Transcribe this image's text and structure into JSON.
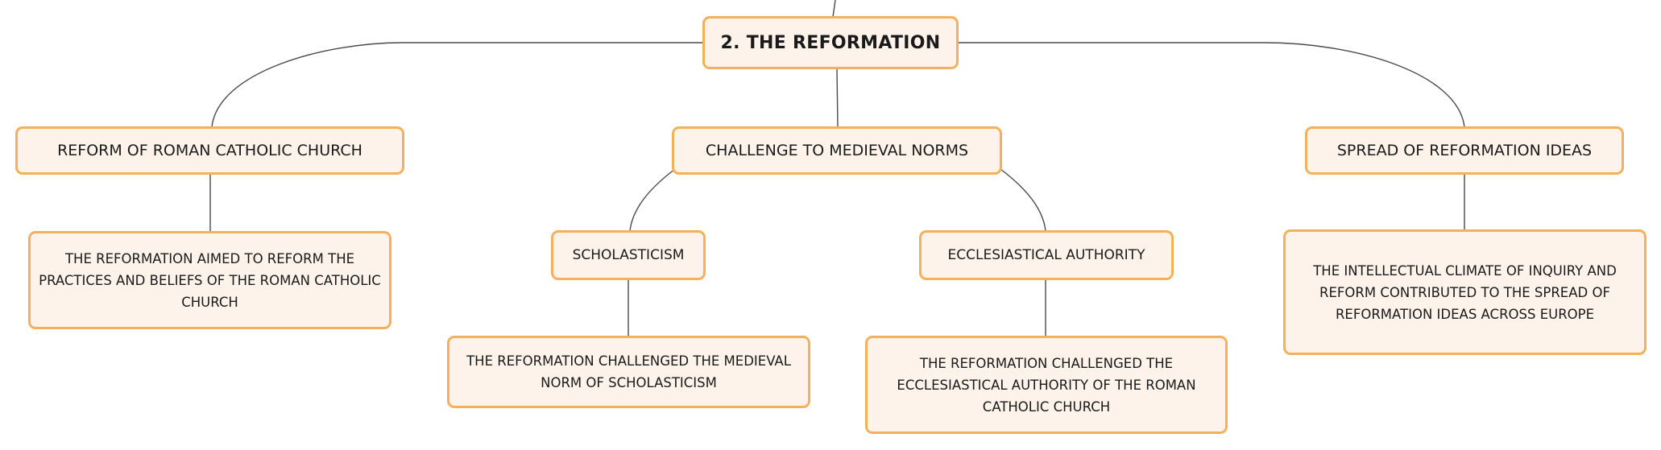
{
  "root": {
    "label": "2. THE REFORMATION"
  },
  "branches": {
    "reform": {
      "label": "REFORM OF ROMAN CATHOLIC CHURCH",
      "detail": "THE REFORMATION AIMED TO REFORM THE PRACTICES AND BELIEFS OF THE ROMAN CATHOLIC CHURCH"
    },
    "challenge": {
      "label": "CHALLENGE TO MEDIEVAL NORMS",
      "children": {
        "scholasticism": {
          "label": "SCHOLASTICISM",
          "detail": "THE REFORMATION CHALLENGED THE MEDIEVAL NORM OF SCHOLASTICISM"
        },
        "ecclesiastical": {
          "label": "ECCLESIASTICAL AUTHORITY",
          "detail": "THE REFORMATION CHALLENGED THE ECCLESIASTICAL AUTHORITY OF THE ROMAN CATHOLIC CHURCH"
        }
      }
    },
    "spread": {
      "label": "SPREAD OF REFORMATION IDEAS",
      "detail": "THE INTELLECTUAL CLIMATE OF INQUIRY AND REFORM CONTRIBUTED TO THE SPREAD OF REFORMATION IDEAS ACROSS EUROPE"
    }
  },
  "colors": {
    "node_fill": "#fdf3ea",
    "node_border": "#f2b15a",
    "connector": "#4a4a4a"
  }
}
